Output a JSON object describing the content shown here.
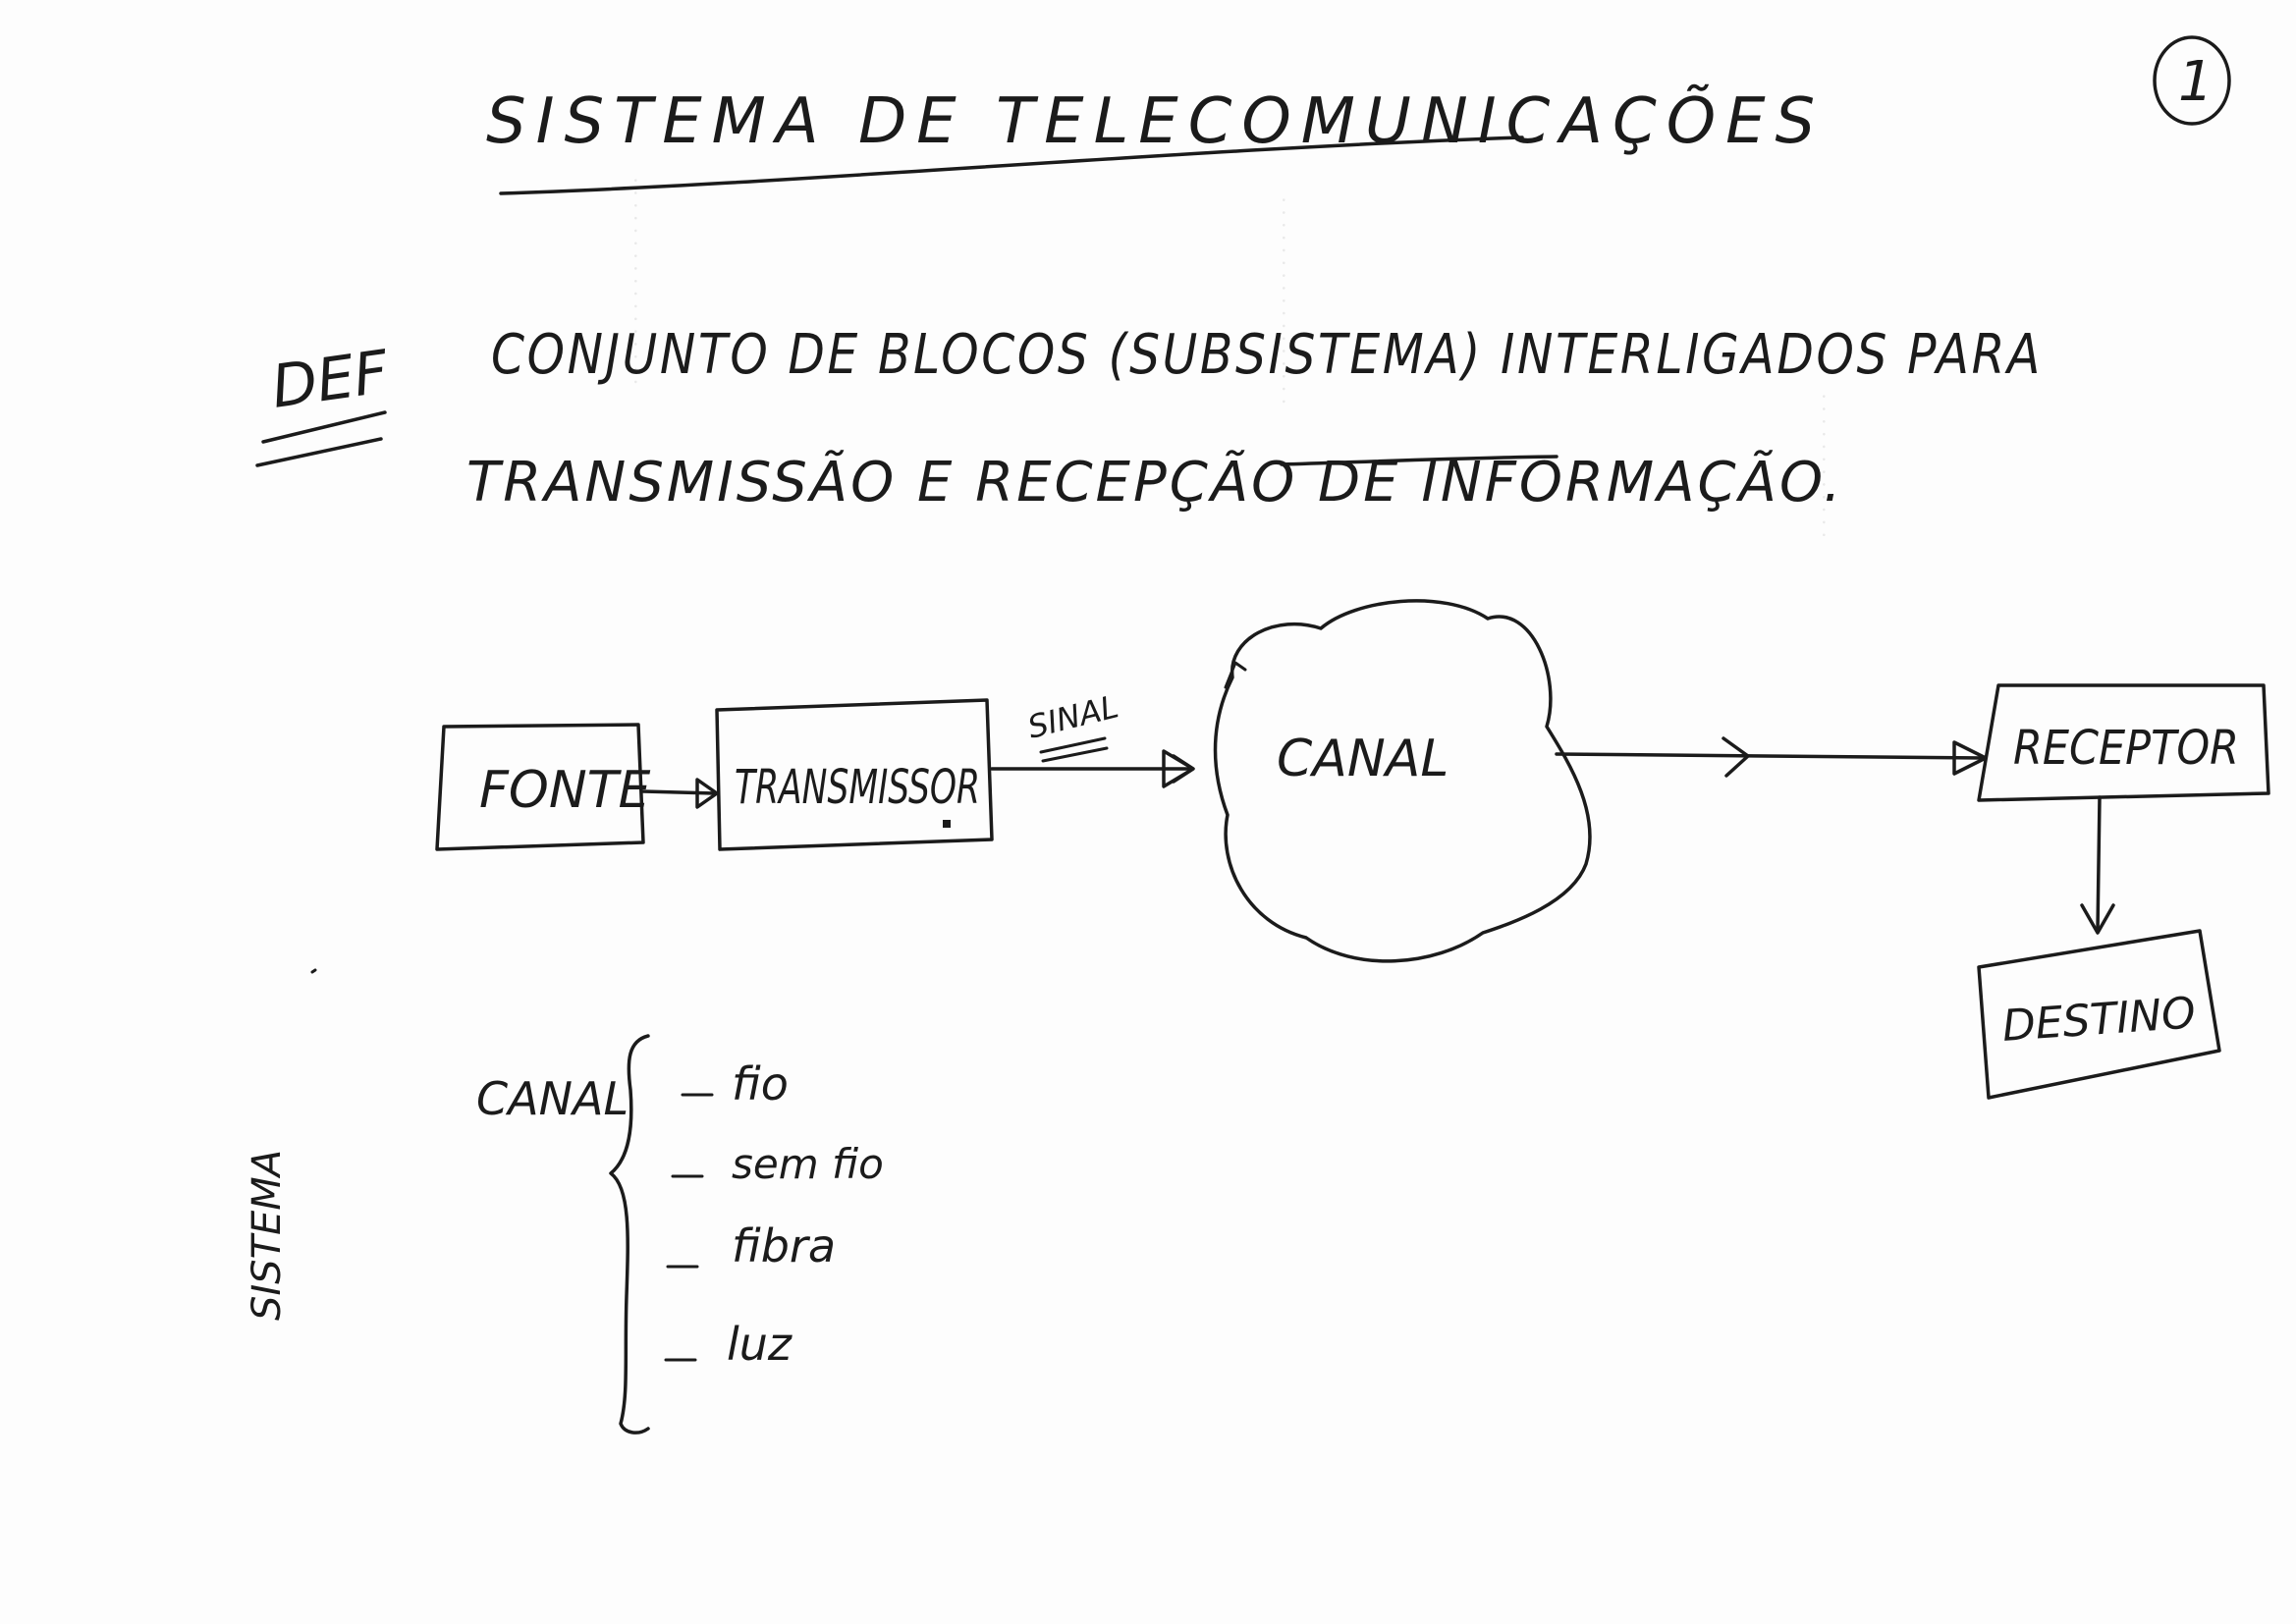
{
  "page": {
    "title": "SISTEMA DE TELECOMUNICAÇÕES",
    "page_number": "1",
    "definition": {
      "label": "DEF",
      "line1": "CONJUNTO DE BLOCOS (SUBSISTEMA) INTERLIGADOS PARA",
      "line2_start": "TRANSMISSÃO E RECEPÇÃO DE ",
      "line2_underlined": "INFORMAÇÃO",
      "line2_end": "."
    }
  },
  "diagram": {
    "blocks": {
      "source": "FONTE",
      "transmitter": "TRANSMISSOR",
      "channel": "CANAL",
      "receiver": "RECEPTOR",
      "destination": "DESTINO"
    },
    "signal_label": "SINAL"
  },
  "channel_types": {
    "label": "CANAL",
    "items": [
      "fio",
      "sem fio",
      "fibra",
      "luz"
    ]
  },
  "margin_note": "SISTEMA",
  "colors": {
    "ink": "#1b1b1b",
    "paper": "#fdfdfd",
    "bleed_through": "#d9d9d9"
  }
}
